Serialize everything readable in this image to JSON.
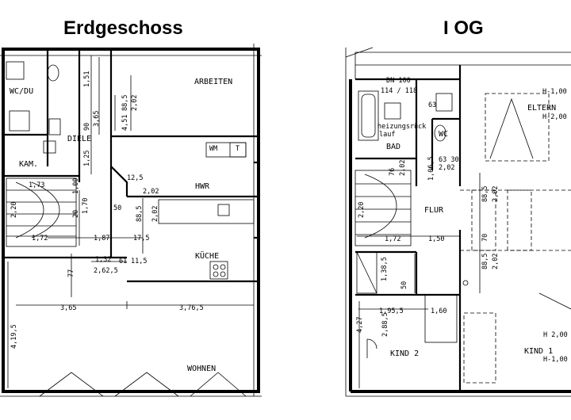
{
  "headings": {
    "ground_floor": "Erdgeschoss",
    "upper_floor": "I OG"
  },
  "ground_floor_rooms": {
    "arbeiten": "ARBEITEN",
    "wc_du": "WC/DU",
    "diele": "DIELE",
    "kam": "KAM.",
    "hwr": "HWR",
    "kueche": "KÜCHE",
    "wohnen": "WOHNEN",
    "wm": "WM",
    "t": "T"
  },
  "upper_floor_rooms": {
    "eltern": "ELTERN",
    "bad": "BAD",
    "wc": "WC",
    "flur": "FLUR",
    "kind1": "KIND 1",
    "kind2": "KIND 2",
    "heizung_line1": "heizungsrück",
    "heizung_line2": "lauf",
    "dn": "DN 100",
    "h_eltern_1": "H-1,00",
    "h_eltern_2": "H-2,00",
    "h_kind1_1": "H 2,00",
    "h_kind1_2": "H-1,00"
  },
  "ground_floor_dims": {
    "d_151": "1,51",
    "d_365v": "3,65",
    "d_125": "1,25",
    "d_90": "90",
    "d_885a": "88,5",
    "d_202a": "2,02",
    "d_451": "4,51",
    "d_100": "1,00",
    "d_170": "1,70",
    "d_220": "2,20",
    "d_172": "1,72",
    "d_187": "1,87",
    "d_50": "50",
    "d_885b": "88,5",
    "d_202b": "2,02",
    "d_202c": "2,02",
    "d_132": "1,32",
    "d_2625": "2,62,5",
    "d_61": "61",
    "d_115": "11,5",
    "d_77": "77",
    "d_365h": "3,65",
    "d_3765": "3,76,5",
    "d_4195": "4,19,5",
    "d_1255": "12,5",
    "d_175": "17,5",
    "d_20": "20",
    "d_173": "1,73"
  },
  "upper_floor_dims": {
    "d_114": "114 / 118",
    "d_76": "76",
    "d_202a": "2,02",
    "d_1065": "1,06,5",
    "d_6330": "63 30",
    "d_202b": "2,02",
    "d_220": "2,20",
    "d_172": "1,72",
    "d_150": "1,50",
    "d_885a": "88,5",
    "d_202c": "2,02",
    "d_885b": "88,5",
    "d_202d": "2,02",
    "d_70": "70",
    "d_1385": "1,38,5",
    "d_50": "50",
    "d_1955": "1,95,5",
    "d_160": "1,60",
    "d_427": "4,27",
    "d_2885": "2,88,5",
    "d_63": "63"
  }
}
